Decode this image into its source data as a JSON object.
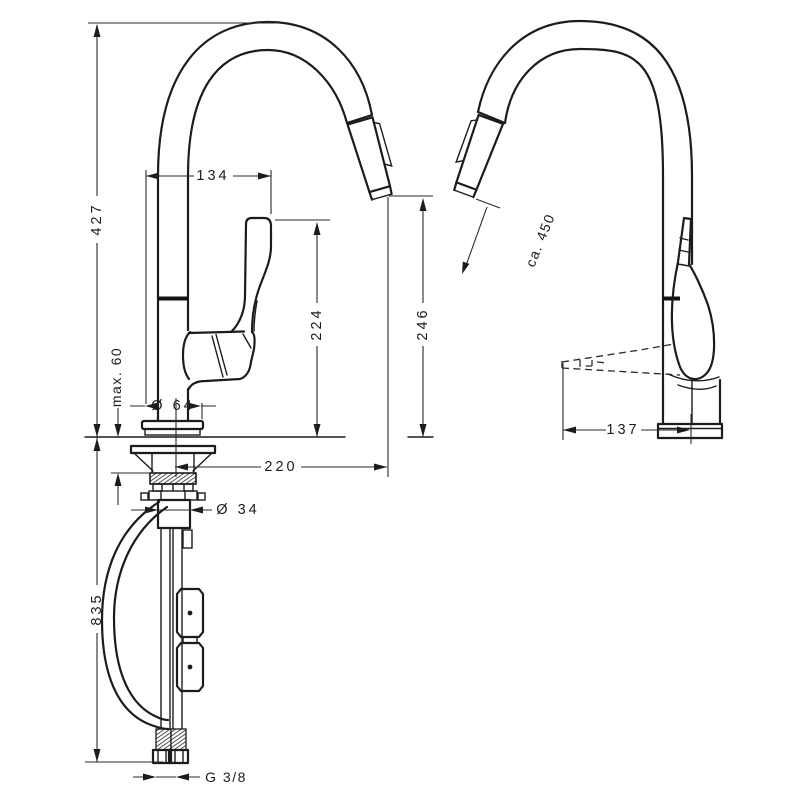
{
  "drawing": {
    "kind": "faucet-installation-dimension-drawing",
    "units": "mm",
    "front_view": {
      "dims": {
        "total_height": "427",
        "spout_top_width": "134",
        "max_deck_thickness": "max. 60",
        "base_diameter": "Ø 64",
        "handle_height": "224",
        "outlet_height": "246",
        "spout_reach": "220",
        "hole_diameter": "Ø 34",
        "hose_drop_below_deck": "835",
        "supply_thread": "G 3/8"
      }
    },
    "side_view": {
      "dims": {
        "pullout_hose_length": "ca. 450",
        "base_depth": "137"
      }
    }
  }
}
